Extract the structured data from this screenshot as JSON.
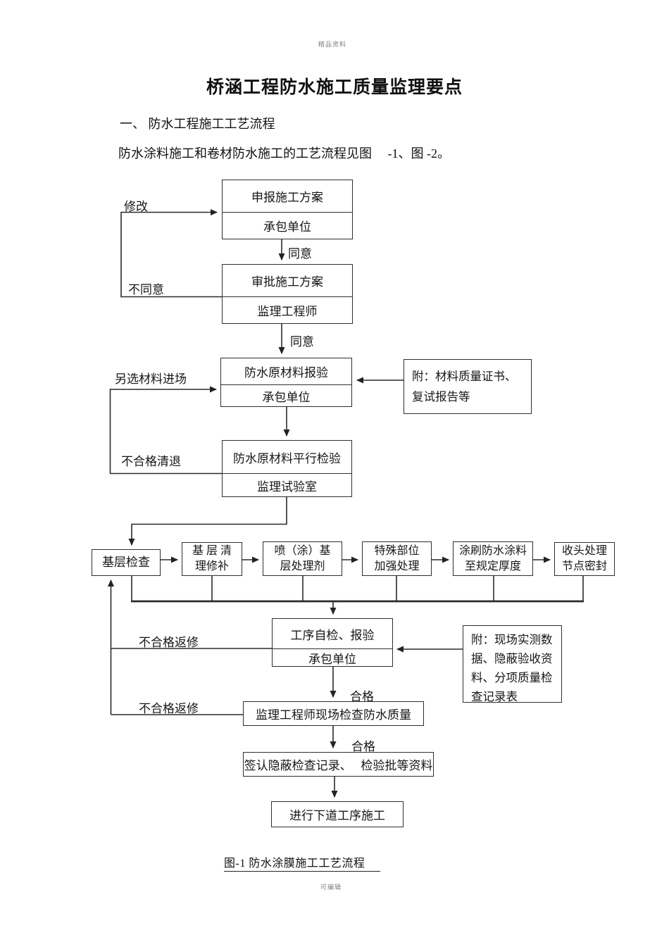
{
  "page": {
    "watermark_top": "精品资料",
    "watermark_bottom": "可编辑"
  },
  "header": {
    "title": "桥涵工程防水施工质量监理要点",
    "section_heading": "一、 防水工程施工工艺流程",
    "intro": "防水涂料施工和卷材防水施工的工艺流程见图　 -1、图 -2。"
  },
  "flowchart": {
    "boxes": {
      "declare": {
        "line1": "申报施工方案",
        "line2": "承包单位"
      },
      "review": {
        "line1": "审批施工方案",
        "line2": "监理工程师"
      },
      "material_report": {
        "line1": "防水原材料报验",
        "line2": "承包单位"
      },
      "attach_materials": {
        "line1": "附：材料质量证书、",
        "line2": "复试报告等"
      },
      "parallel_test": {
        "line1": "防水原材料平行检验",
        "line2": "监理试验室"
      },
      "base_check": {
        "line1": "基层检查"
      },
      "base_clean": {
        "line1": "基 层 清",
        "line2": "理修补"
      },
      "primer": {
        "line1": "喷（涂）基",
        "line2": "层处理剂"
      },
      "special": {
        "line1": "特殊部位",
        "line2": "加强处理"
      },
      "coating": {
        "line1": "涂刷防水涂料",
        "line2": "至规定厚度"
      },
      "sealing": {
        "line1": "收头处理",
        "line2": "节点密封"
      },
      "self_check": {
        "line1": "工序自检、报验",
        "line2": "承包单位"
      },
      "attach_site": {
        "line1": "附：现场实测数",
        "line2": "据、隐蔽验收资",
        "line3": "料、分项质量检",
        "line4": "查记录表"
      },
      "site_check": {
        "line1": "监理工程师现场检查防水质量"
      },
      "sign": {
        "line1": "签认隐蔽检查记录、　 检验批等资料"
      },
      "next_step": {
        "line1": "进行下道工序施工"
      }
    },
    "labels": {
      "modify": "修改",
      "disagree": "不同意",
      "agree1": "同意",
      "agree2": "同意",
      "reselect": "另选材料进场",
      "clear_out": "不合格清退",
      "rework1": "不合格返修",
      "rework2": "不合格返修",
      "pass1": "合格",
      "pass2": "合格"
    },
    "caption": "图-1 防水涂膜施工工艺流程"
  }
}
